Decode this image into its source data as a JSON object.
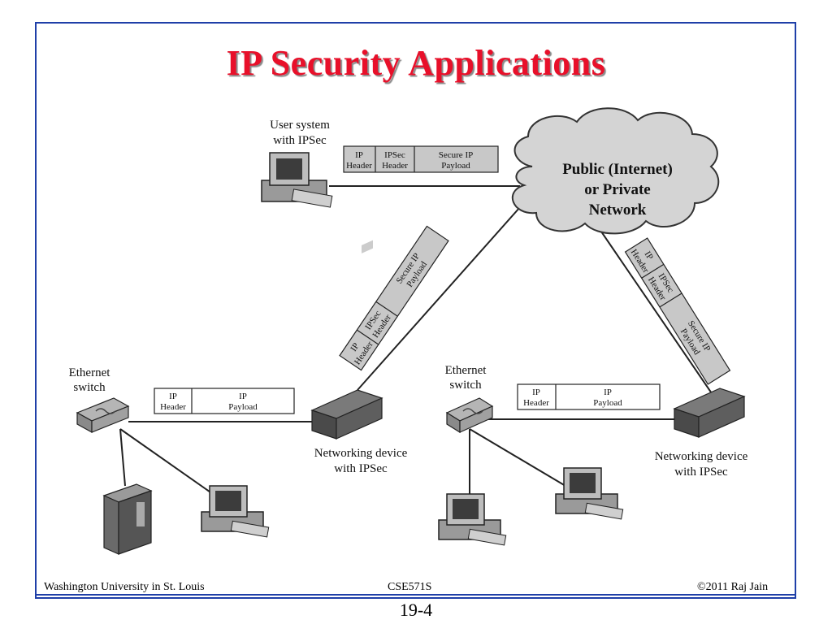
{
  "slide": {
    "title": "IP Security Applications",
    "page_number": "19-4"
  },
  "footer": {
    "left": "Washington University in St. Louis",
    "center": "CSE571S",
    "right": "©2011 Raj Jain"
  },
  "diagram": {
    "cloud": [
      "Public (Internet)",
      "or Private",
      "Network"
    ],
    "user_system": [
      "User system",
      "with IPSec"
    ],
    "left_switch": [
      "Ethernet",
      "switch"
    ],
    "right_switch": [
      "Ethernet",
      "switch"
    ],
    "left_device": [
      "Networking device",
      "with IPSec"
    ],
    "right_device": [
      "Networking device",
      "with IPSec"
    ],
    "ipsec_packet": {
      "ip_header": [
        "IP",
        "Header"
      ],
      "ipsec_header": [
        "IPSec",
        "Header"
      ],
      "payload": [
        "Secure IP",
        "Payload"
      ]
    },
    "plain_packet": {
      "ip_header": [
        "IP",
        "Header"
      ],
      "payload": [
        "IP",
        "Payload"
      ]
    }
  },
  "colors": {
    "title": "#e8102a",
    "border": "#1f3fa8",
    "packet_fill": "#c8c8c8",
    "cloud_fill": "#d4d4d4"
  }
}
